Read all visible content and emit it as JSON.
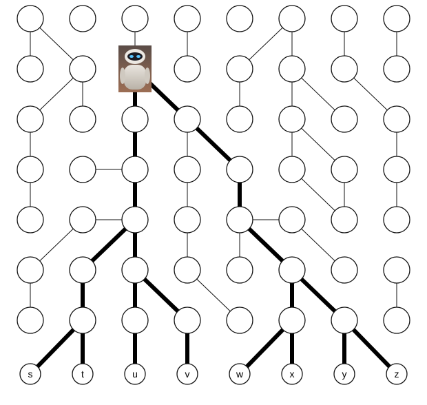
{
  "diagram": {
    "type": "grid-tree",
    "columns": 8,
    "rows": 7,
    "leaf_labels": [
      "s",
      "t",
      "u",
      "v",
      "w",
      "x",
      "y",
      "z"
    ],
    "robot_node": {
      "col": 2,
      "row": 1,
      "icon": "robot-icon"
    },
    "edges_thin": [
      [
        0,
        0,
        0,
        1
      ],
      [
        0,
        0,
        1,
        1
      ],
      [
        1,
        1,
        0,
        2
      ],
      [
        1,
        1,
        1,
        2
      ],
      [
        0,
        2,
        0,
        3
      ],
      [
        0,
        3,
        0,
        4
      ],
      [
        2,
        0,
        2,
        1
      ],
      [
        3,
        0,
        3,
        1
      ],
      [
        5,
        0,
        4,
        1
      ],
      [
        5,
        0,
        5,
        1
      ],
      [
        4,
        1,
        4,
        2
      ],
      [
        5,
        1,
        5,
        2
      ],
      [
        5,
        1,
        6,
        2
      ],
      [
        5,
        2,
        5,
        3
      ],
      [
        5,
        2,
        6,
        3
      ],
      [
        6,
        3,
        6,
        4
      ],
      [
        5,
        3,
        6,
        4
      ],
      [
        6,
        0,
        6,
        1
      ],
      [
        6,
        1,
        7,
        2
      ],
      [
        7,
        0,
        7,
        1
      ],
      [
        7,
        2,
        7,
        3
      ],
      [
        7,
        3,
        7,
        4
      ],
      [
        3,
        2,
        3,
        3
      ],
      [
        3,
        3,
        3,
        4
      ],
      [
        3,
        4,
        3,
        5
      ],
      [
        3,
        5,
        4,
        6
      ],
      [
        2,
        3,
        1,
        3
      ],
      [
        2,
        4,
        1,
        4
      ],
      [
        1,
        4,
        0,
        5
      ],
      [
        0,
        5,
        0,
        6
      ],
      [
        4,
        4,
        5,
        4
      ],
      [
        5,
        4,
        6,
        5
      ],
      [
        4,
        4,
        4,
        5
      ],
      [
        7,
        5,
        7,
        6
      ],
      [
        4,
        2,
        4,
        1
      ]
    ],
    "edges_thick": [
      [
        2,
        1,
        2,
        2
      ],
      [
        2,
        2,
        2,
        3
      ],
      [
        2,
        3,
        2,
        4
      ],
      [
        2,
        4,
        1,
        5
      ],
      [
        2,
        4,
        2,
        5
      ],
      [
        1,
        5,
        1,
        6
      ],
      [
        2,
        5,
        2,
        6
      ],
      [
        2,
        5,
        3,
        6
      ],
      [
        2,
        1,
        3,
        2
      ],
      [
        3,
        2,
        4,
        3
      ],
      [
        4,
        3,
        4,
        4
      ],
      [
        4,
        4,
        5,
        5
      ],
      [
        5,
        5,
        5,
        6
      ],
      [
        5,
        5,
        6,
        6
      ],
      [
        1,
        6,
        0,
        7
      ],
      [
        1,
        6,
        1,
        7
      ],
      [
        2,
        6,
        2,
        7
      ],
      [
        3,
        6,
        3,
        7
      ],
      [
        5,
        6,
        4,
        7
      ],
      [
        5,
        6,
        5,
        7
      ],
      [
        6,
        6,
        6,
        7
      ],
      [
        6,
        6,
        7,
        7
      ]
    ]
  }
}
